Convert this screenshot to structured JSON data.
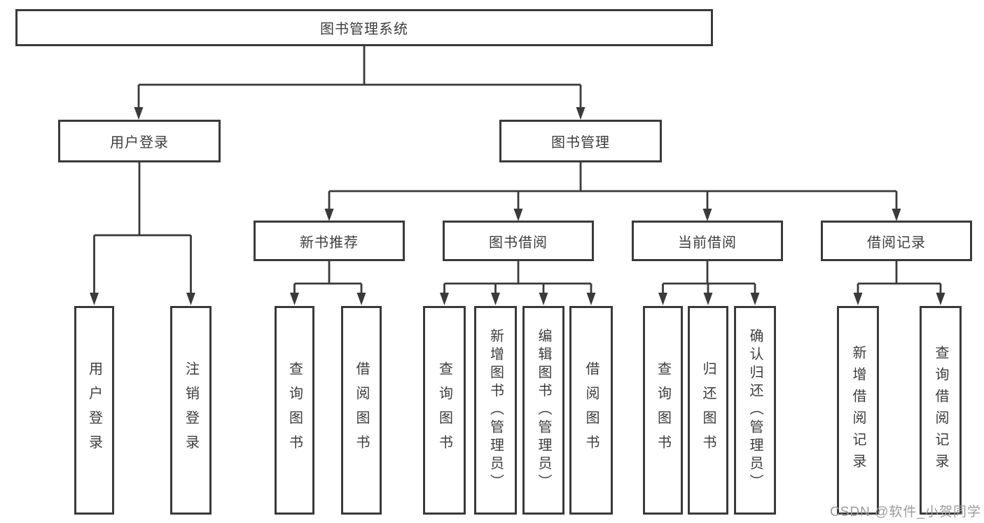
{
  "diagram": {
    "root": {
      "label": "图书管理系统"
    },
    "level2": {
      "user_login": {
        "label": "用户登录"
      },
      "book_management": {
        "label": "图书管理"
      }
    },
    "level3": {
      "new_book_recommend": {
        "label": "新书推荐"
      },
      "book_borrow": {
        "label": "图书借阅"
      },
      "current_borrow": {
        "label": "当前借阅"
      },
      "borrow_record": {
        "label": "借阅记录"
      }
    },
    "leaves": {
      "user_login": [
        "用户登录",
        "注销登录"
      ],
      "new_book_recommend": [
        "查询图书",
        "借阅图书"
      ],
      "book_borrow": [
        "查询图书",
        "新增图书（管理员）",
        "编辑图书（管理员）",
        "借阅图书"
      ],
      "current_borrow": [
        "查询图书",
        "归还图书",
        "确认归还（管理员）"
      ],
      "borrow_record": [
        "新增借阅记录",
        "查询借阅记录"
      ]
    }
  },
  "colors": {
    "line": "#3a3a3a",
    "text": "#3d3d3d",
    "watermark": "#9b9b9b",
    "background": "#ffffff"
  },
  "watermark": {
    "text": "CSDN @软件_小贺同学"
  }
}
